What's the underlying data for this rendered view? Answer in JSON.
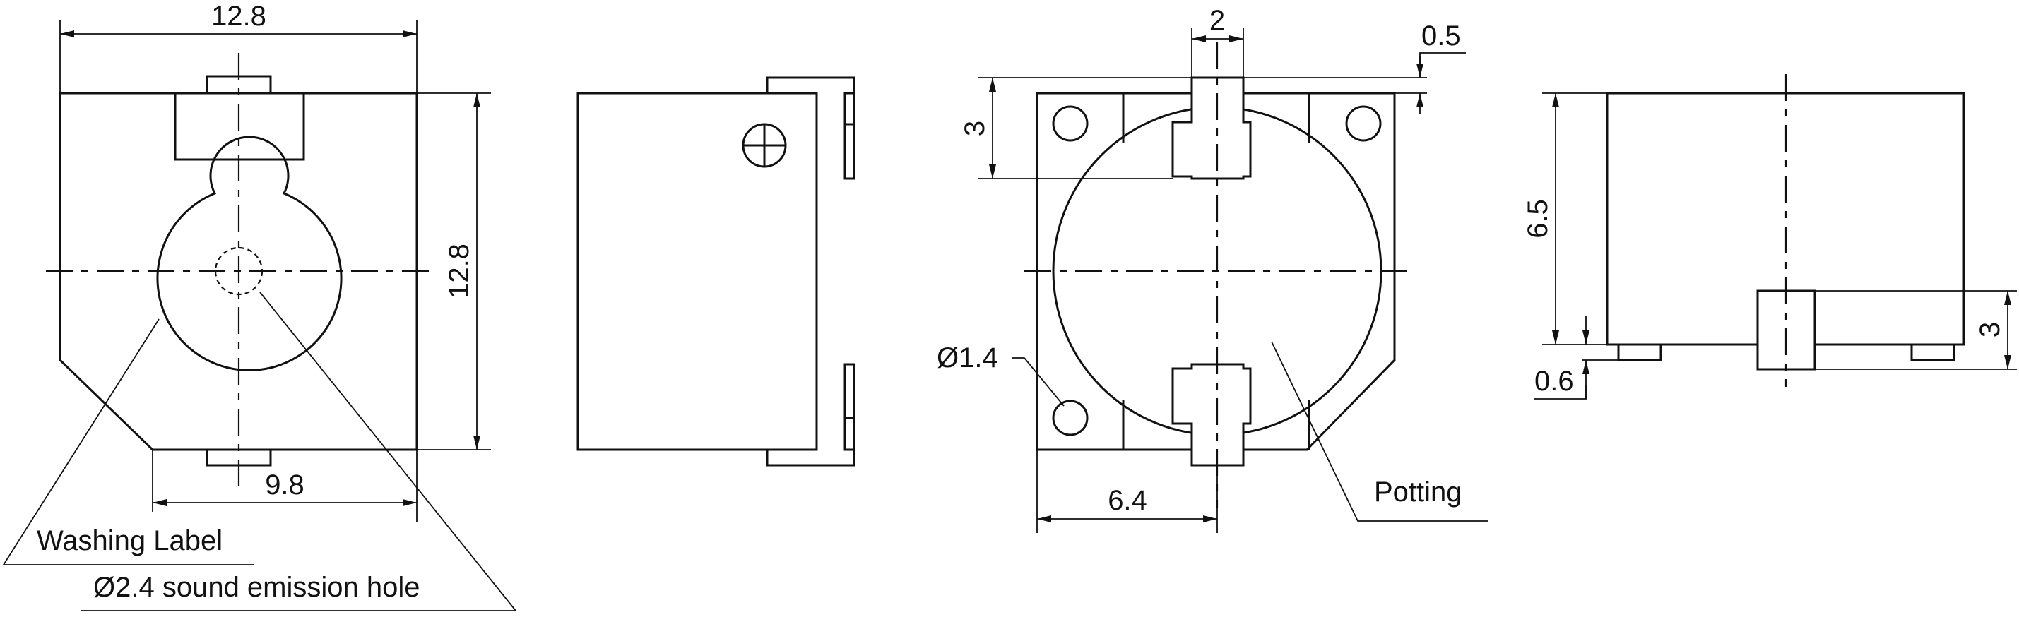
{
  "labels": {
    "front_width": "12.8",
    "front_height": "12.8",
    "front_bottom_width": "9.8",
    "washing_label": "Washing Label",
    "sound_hole": "Ø2.4  sound emission hole",
    "terminal_width": "2",
    "terminal_offset": "0.5",
    "terminal_length": "3",
    "mount_hole": "Ø1.4",
    "half_width": "6.4",
    "potting": "Potting",
    "side_height": "6.5",
    "side_terminal_height": "3",
    "side_standoff": "0.6"
  },
  "colors": {
    "line": "#111111",
    "background": "#ffffff"
  }
}
